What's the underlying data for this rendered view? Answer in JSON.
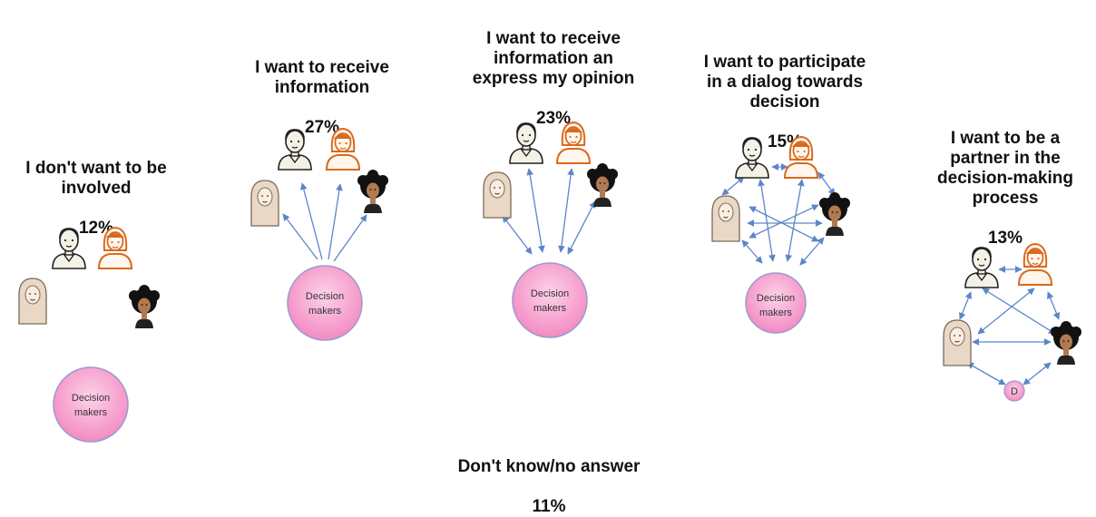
{
  "panels": [
    {
      "id": "p1",
      "title": "I don't want to be\ninvolved",
      "percent": "12%",
      "center_label": "Decision\nmakers"
    },
    {
      "id": "p2",
      "title": "I want to receive\ninformation",
      "percent": "27%",
      "center_label": "Decision\nmakers"
    },
    {
      "id": "p3",
      "title": "I want to receive\ninformation an\nexpress my opinion",
      "percent": "23%",
      "center_label": "Decision\nmakers"
    },
    {
      "id": "p4",
      "title": "I want to participate\nin a dialog towards\ndecision",
      "percent": "15%",
      "center_label": "Decision\nmakers"
    },
    {
      "id": "p5",
      "title": "I want to be a\npartner in the\ndecision-making\nprocess",
      "percent": "13%",
      "center_label": "D"
    }
  ],
  "footer": {
    "title": "Don't know/no answer",
    "percent": "11%"
  },
  "colors": {
    "arrow": "#5b86c9",
    "circle_fill": "#f48ac2",
    "circle_stroke": "#9a9ad0",
    "woman_orange": "#d9691e",
    "hijab": "#e8d8c5"
  }
}
